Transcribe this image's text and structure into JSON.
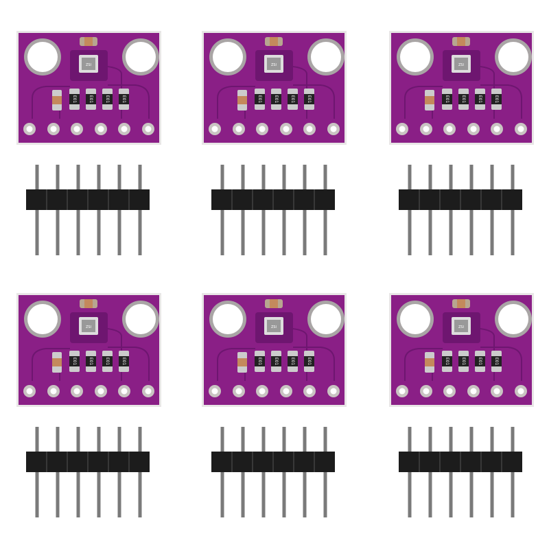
{
  "product": {
    "module_count": 6,
    "resistor_marking": "E01",
    "chip_marking": "ZSI",
    "colors": {
      "pcb": "#8a1f86",
      "pcb_dark": "#6e1670",
      "pad": "#c9c4c2",
      "header": "#1c1c1c",
      "pin": "#7a7a7a",
      "background": "#ffffff"
    }
  }
}
